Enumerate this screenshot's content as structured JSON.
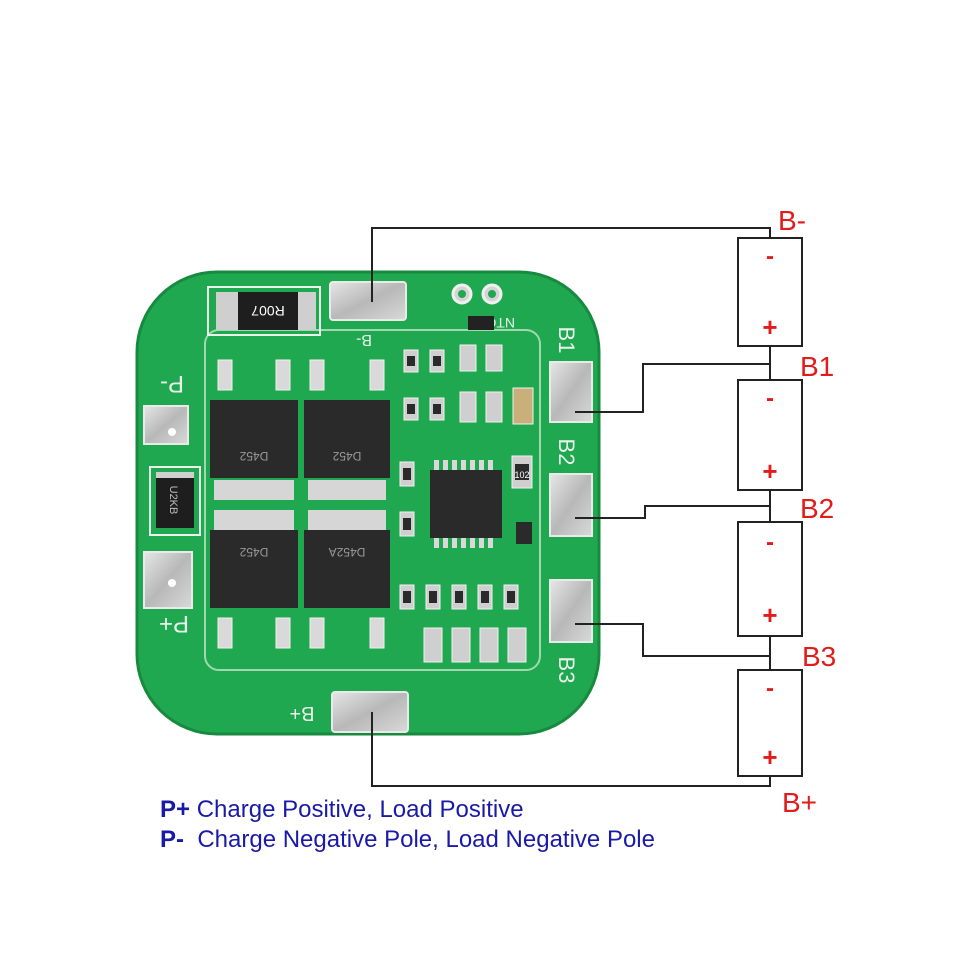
{
  "colors": {
    "pcb": "#1fa84f",
    "pcb_dark": "#178a3f",
    "silk": "#e8f2ea",
    "chip": "#2b2b2b",
    "pad": "#c9c9c9",
    "wire": "#222222",
    "label_red": "#e21b1b",
    "legend_blue": "#1a1aa8"
  },
  "board": {
    "silkscreen": {
      "b_minus": "B-",
      "p_minus": "P-",
      "p_plus": "P+",
      "b_plus": "B+",
      "b1": "B1",
      "b2": "B2",
      "b3": "B3",
      "ntc": "NTC",
      "shunt": "R007",
      "diode": "U2KB",
      "mosfet_top_left": "D452",
      "mosfet_top_right": "D452",
      "mosfet_bottom_left": "D452",
      "mosfet_bottom_right": "D452A",
      "cap_code": "102"
    }
  },
  "terminals": {
    "b_minus": "B-",
    "b1": "B1",
    "b2": "B2",
    "b3": "B3",
    "b_plus": "B+"
  },
  "cells": [
    {
      "neg": "-",
      "pos": "+"
    },
    {
      "neg": "-",
      "pos": "+"
    },
    {
      "neg": "-",
      "pos": "+"
    },
    {
      "neg": "-",
      "pos": "+"
    }
  ],
  "legend": [
    {
      "key": "P+",
      "text": "Charge Positive, Load Positive"
    },
    {
      "key": "P-",
      "text": "Charge Negative Pole, Load Negative Pole"
    }
  ]
}
